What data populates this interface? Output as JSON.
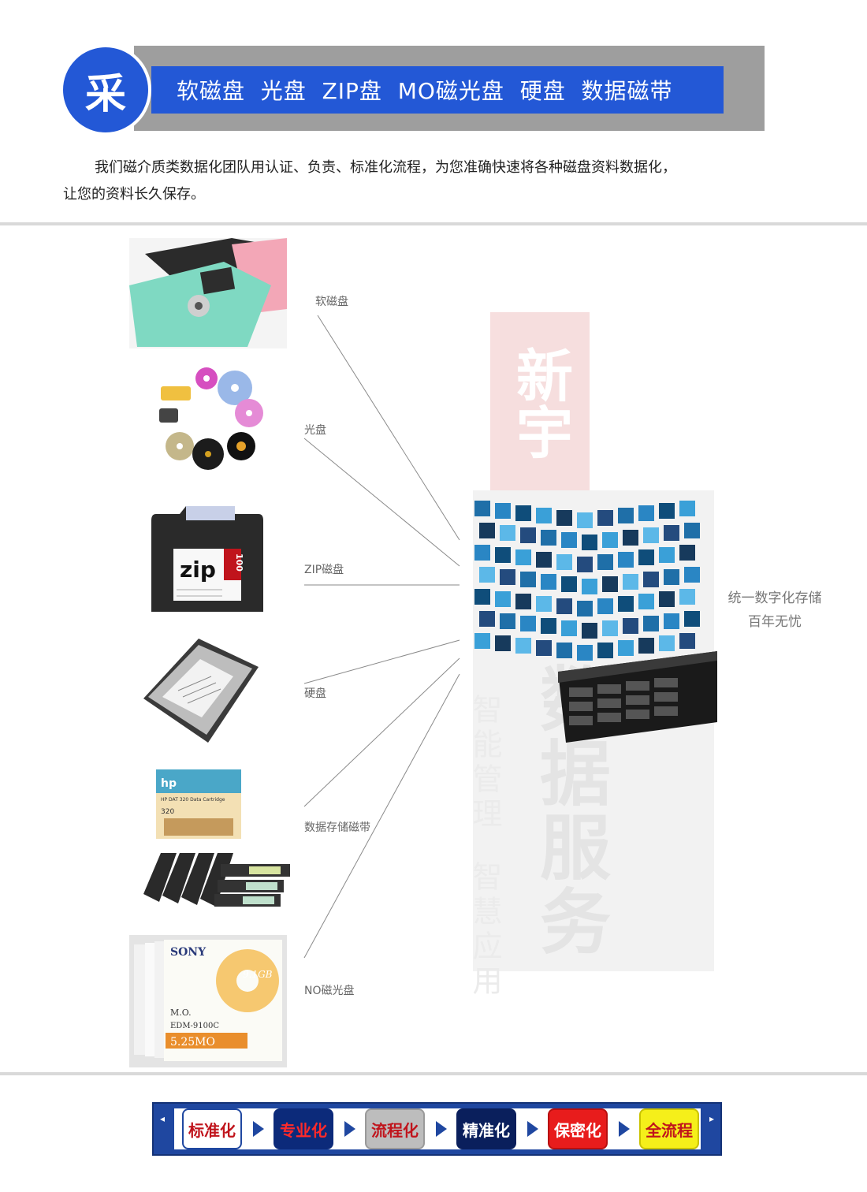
{
  "header": {
    "badge_char": "采",
    "title": "软磁盘  光盘  ZIP盘  MO磁光盘  硬盘  数据磁带"
  },
  "intro": {
    "line1": "我们磁介质类数据化团队用认证、负责、标准化流程，为您准确快速将各种磁盘资料数据化，",
    "line2": "让您的资料长久保存。"
  },
  "media": [
    {
      "label": "软磁盘",
      "icon": "floppy-disk-image"
    },
    {
      "label": "光盘",
      "icon": "optical-disc-image"
    },
    {
      "label": "ZIP磁盘",
      "icon": "zip-disk-image"
    },
    {
      "label": "硬盘",
      "icon": "hard-drive-image"
    },
    {
      "label": "数据存储磁带",
      "icon": "data-tape-image"
    },
    {
      "label": "NO磁光盘",
      "icon": "magneto-optical-disc-image"
    }
  ],
  "thumb_text": {
    "zip_word": "zip",
    "zip_num": "100",
    "tape_brand": "hp",
    "tape_model": "HP DAT 320 Data Cartridge",
    "tape_capacity": "320",
    "sony_brand": "SONY",
    "sony_capacity": "9.1GB",
    "sony_mo": "M.O.",
    "sony_model": "EDM-9100C",
    "sony_size": "5.25MO"
  },
  "caption": {
    "line1": "统一数字化存储",
    "line2": "百年无忧"
  },
  "watermark": {
    "red": "新宇",
    "big": "数据服务",
    "small": "智能管理  智慧应用"
  },
  "process": [
    {
      "label": "标准化",
      "bg": "#ffffff",
      "fg": "#c0141c",
      "border": "#1f47a0"
    },
    {
      "label": "专业化",
      "bg": "#0c2a7a",
      "fg": "#ff2a2a",
      "border": "#0c2a7a"
    },
    {
      "label": "流程化",
      "bg": "#bdbdbd",
      "fg": "#c0141c",
      "border": "#9a9a9a"
    },
    {
      "label": "精准化",
      "bg": "#0a1f5c",
      "fg": "#ffffff",
      "border": "#0a1f5c"
    },
    {
      "label": "保密化",
      "bg": "#e81c1c",
      "fg": "#ffffff",
      "border": "#b80f0f"
    },
    {
      "label": "全流程",
      "bg": "#f5ef1a",
      "fg": "#c0141c",
      "border": "#c9c200"
    }
  ],
  "colors": {
    "brand_blue": "#2358d6",
    "header_gray": "#9e9e9e",
    "footer_blue": "#1f47a0"
  }
}
